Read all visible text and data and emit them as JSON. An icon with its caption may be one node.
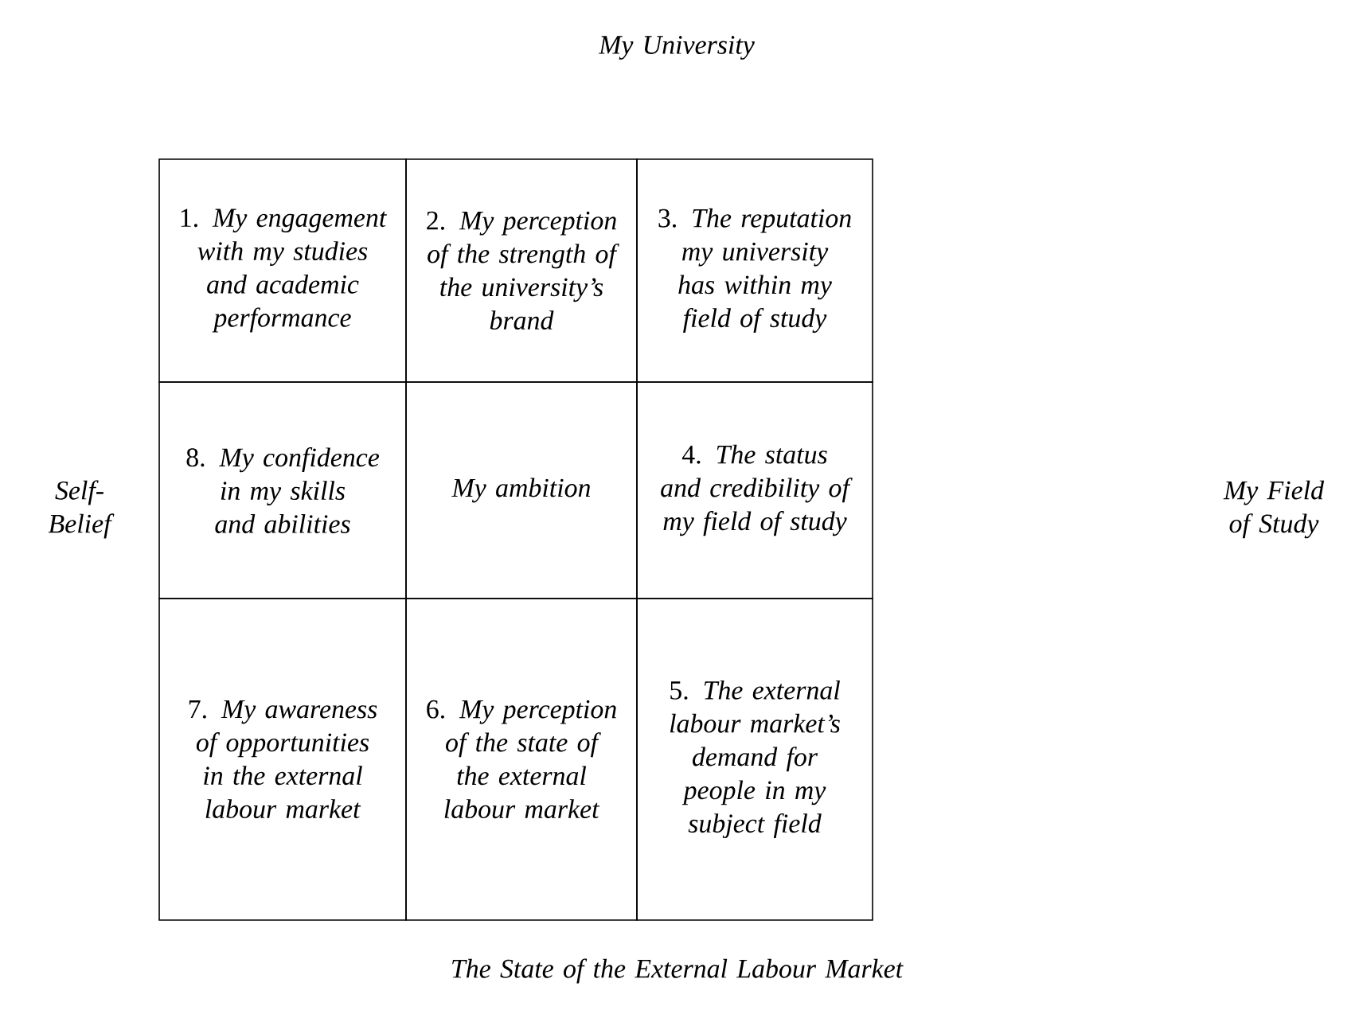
{
  "diagram": {
    "nodes": [
      {
        "text": [
          "1. *My engagement with my studies and academic performance*"
        ]
      },
      {
        "text": [
          "2. *My perception of the strength of the university’s brand*"
        ]
      },
      {
        "text": [
          "3. *The reputation my university has within my field of study*"
        ]
      },
      {
        "text": [
          "8. *My confidence in my skills and abilities*"
        ]
      },
      {
        "text": [
          "My ambition"
        ]
      },
      {
        "text": [
          "4. *The status and credibility of my field of study*"
        ]
      },
      {
        "text": [
          "7. *My awareness of opportunities in the external labour market*"
        ]
      },
      {
        "text": [
          "6. *My perception of the state of the external labour market*"
        ]
      },
      {
        "text": [
          "5. *The external labour market’s demand for people in my subject field*"
        ]
      }
    ],
    "labels": [
      "My University",
      "Self-Belief",
      "My Field of Study",
      "The State of the External Labour Market"
    ]
  }
}
